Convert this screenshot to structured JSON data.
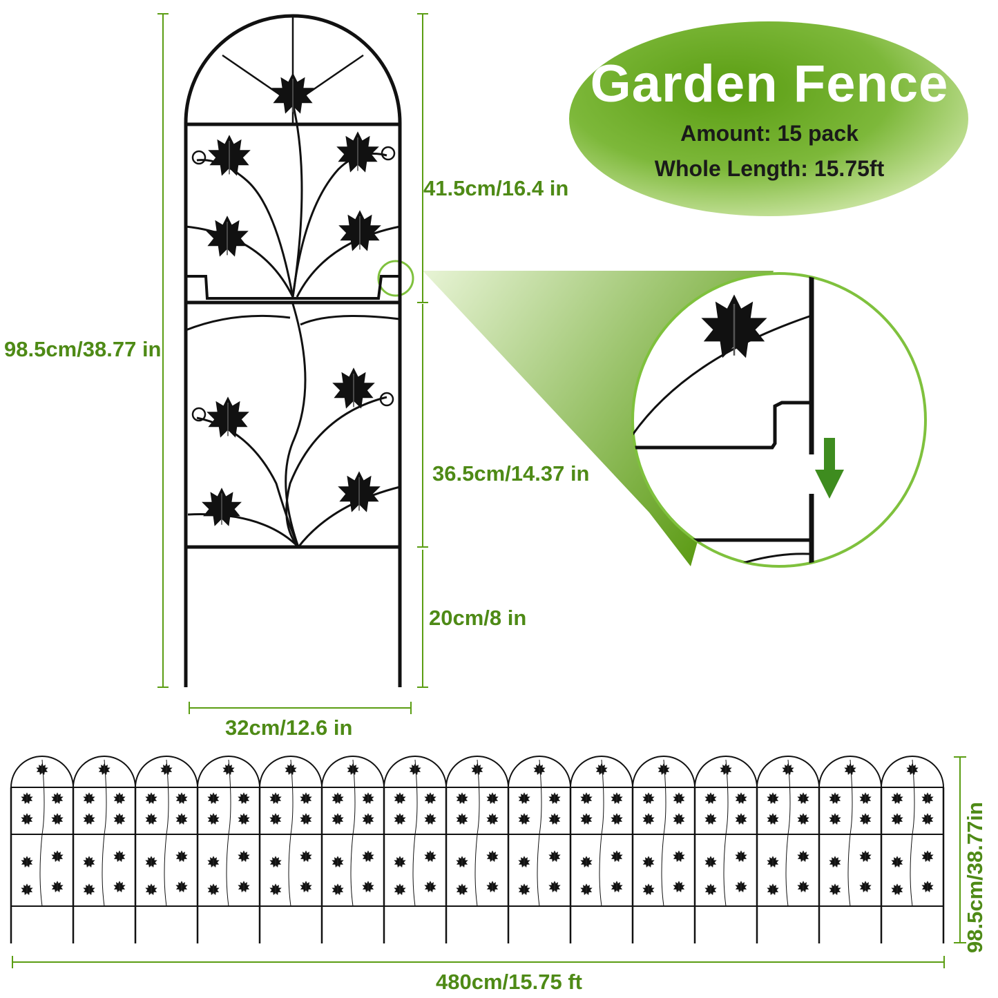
{
  "colors": {
    "dimension": "#4e8a16",
    "badge_dark": "#5a9d12",
    "badge_light": "#cfe8a6",
    "metal": "#111111"
  },
  "badge": {
    "title": "Garden Fence",
    "amount": "Amount: 15 pack",
    "length": "Whole Length: 15.75ft"
  },
  "dimensions": {
    "total_height": "98.5cm/38.77 in",
    "upper_section": "41.5cm/16.4 in",
    "lower_section": "36.5cm/14.37 in",
    "stake": "20cm/8 in",
    "width": "32cm/12.6 in",
    "row_length": "480cm/15.75 ft",
    "row_height": "98.5cm/38.77in"
  },
  "fence_row": {
    "panel_count": 15
  },
  "icons": {
    "leaf": "maple-leaf-icon",
    "arrow": "arrow-down-icon",
    "zoom": "magnifier-circle-icon"
  }
}
